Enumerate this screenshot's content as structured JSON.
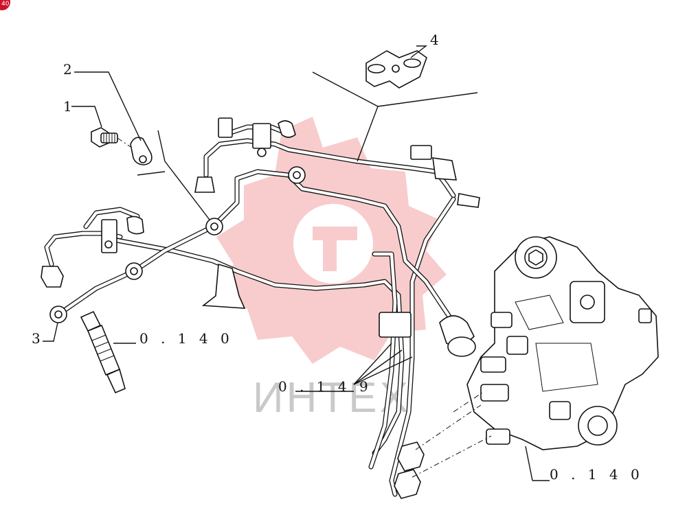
{
  "corner_badge": "40",
  "watermark": {
    "text": "ИНТЕХ",
    "color": "#f0a0a0"
  },
  "callouts": [
    {
      "id": "1",
      "text": "1"
    },
    {
      "id": "2",
      "text": "2"
    },
    {
      "id": "3",
      "text": "3"
    },
    {
      "id": "4",
      "text": "4"
    },
    {
      "id": "ref-injector",
      "text": "0 . 1 4 0"
    },
    {
      "id": "ref-lines",
      "text": "0 . 1 4 9"
    },
    {
      "id": "ref-pump",
      "text": "0 . 1 4 0"
    }
  ]
}
